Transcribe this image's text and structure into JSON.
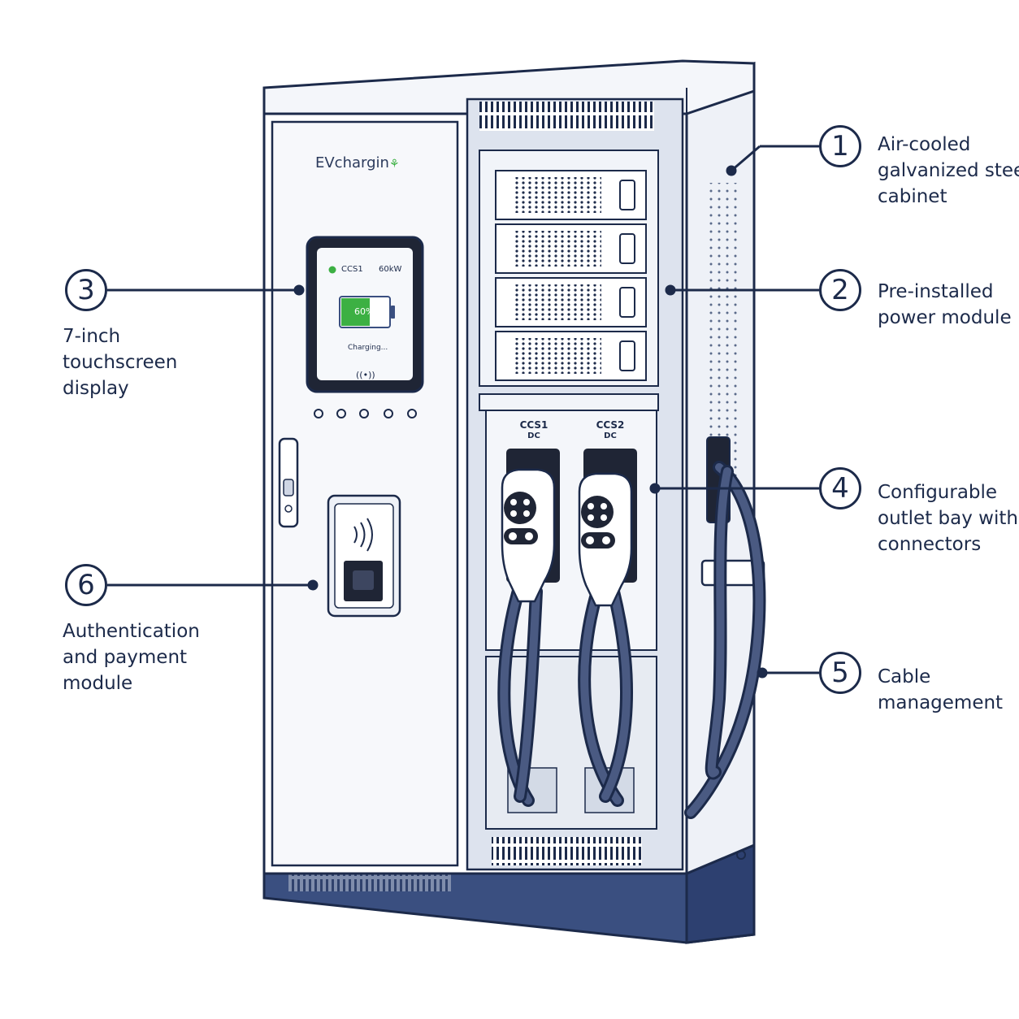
{
  "brand": {
    "logo_text": "EVchargin",
    "logo_mark": "leaf-icon"
  },
  "screen": {
    "connector": "CCS1",
    "power": "60kW",
    "battery_percent_label": "60%",
    "battery_level": 0.6,
    "status": "Charging...",
    "nfc_icon": "contactless-icon"
  },
  "outlets": [
    {
      "name": "CCS1",
      "type": "DC"
    },
    {
      "name": "CCS2",
      "type": "DC"
    }
  ],
  "callouts": [
    {
      "number": "1",
      "lines": [
        "Air-cooled",
        "galvanized steel",
        "cabinet"
      ]
    },
    {
      "number": "2",
      "lines": [
        "Pre-installed",
        "power module"
      ]
    },
    {
      "number": "3",
      "lines": [
        "7-inch",
        "touchscreen",
        "display"
      ]
    },
    {
      "number": "4",
      "lines": [
        "Configurable",
        "outlet bay with",
        "connectors"
      ]
    },
    {
      "number": "5",
      "lines": [
        "Cable",
        "management"
      ]
    },
    {
      "number": "6",
      "lines": [
        "Authentication",
        "and payment",
        "module"
      ]
    }
  ],
  "colors": {
    "ink": "#1c2a4a",
    "accent_green": "#3cb043",
    "base_navy": "#3a4f80",
    "panel_light": "#f4f6fa"
  }
}
